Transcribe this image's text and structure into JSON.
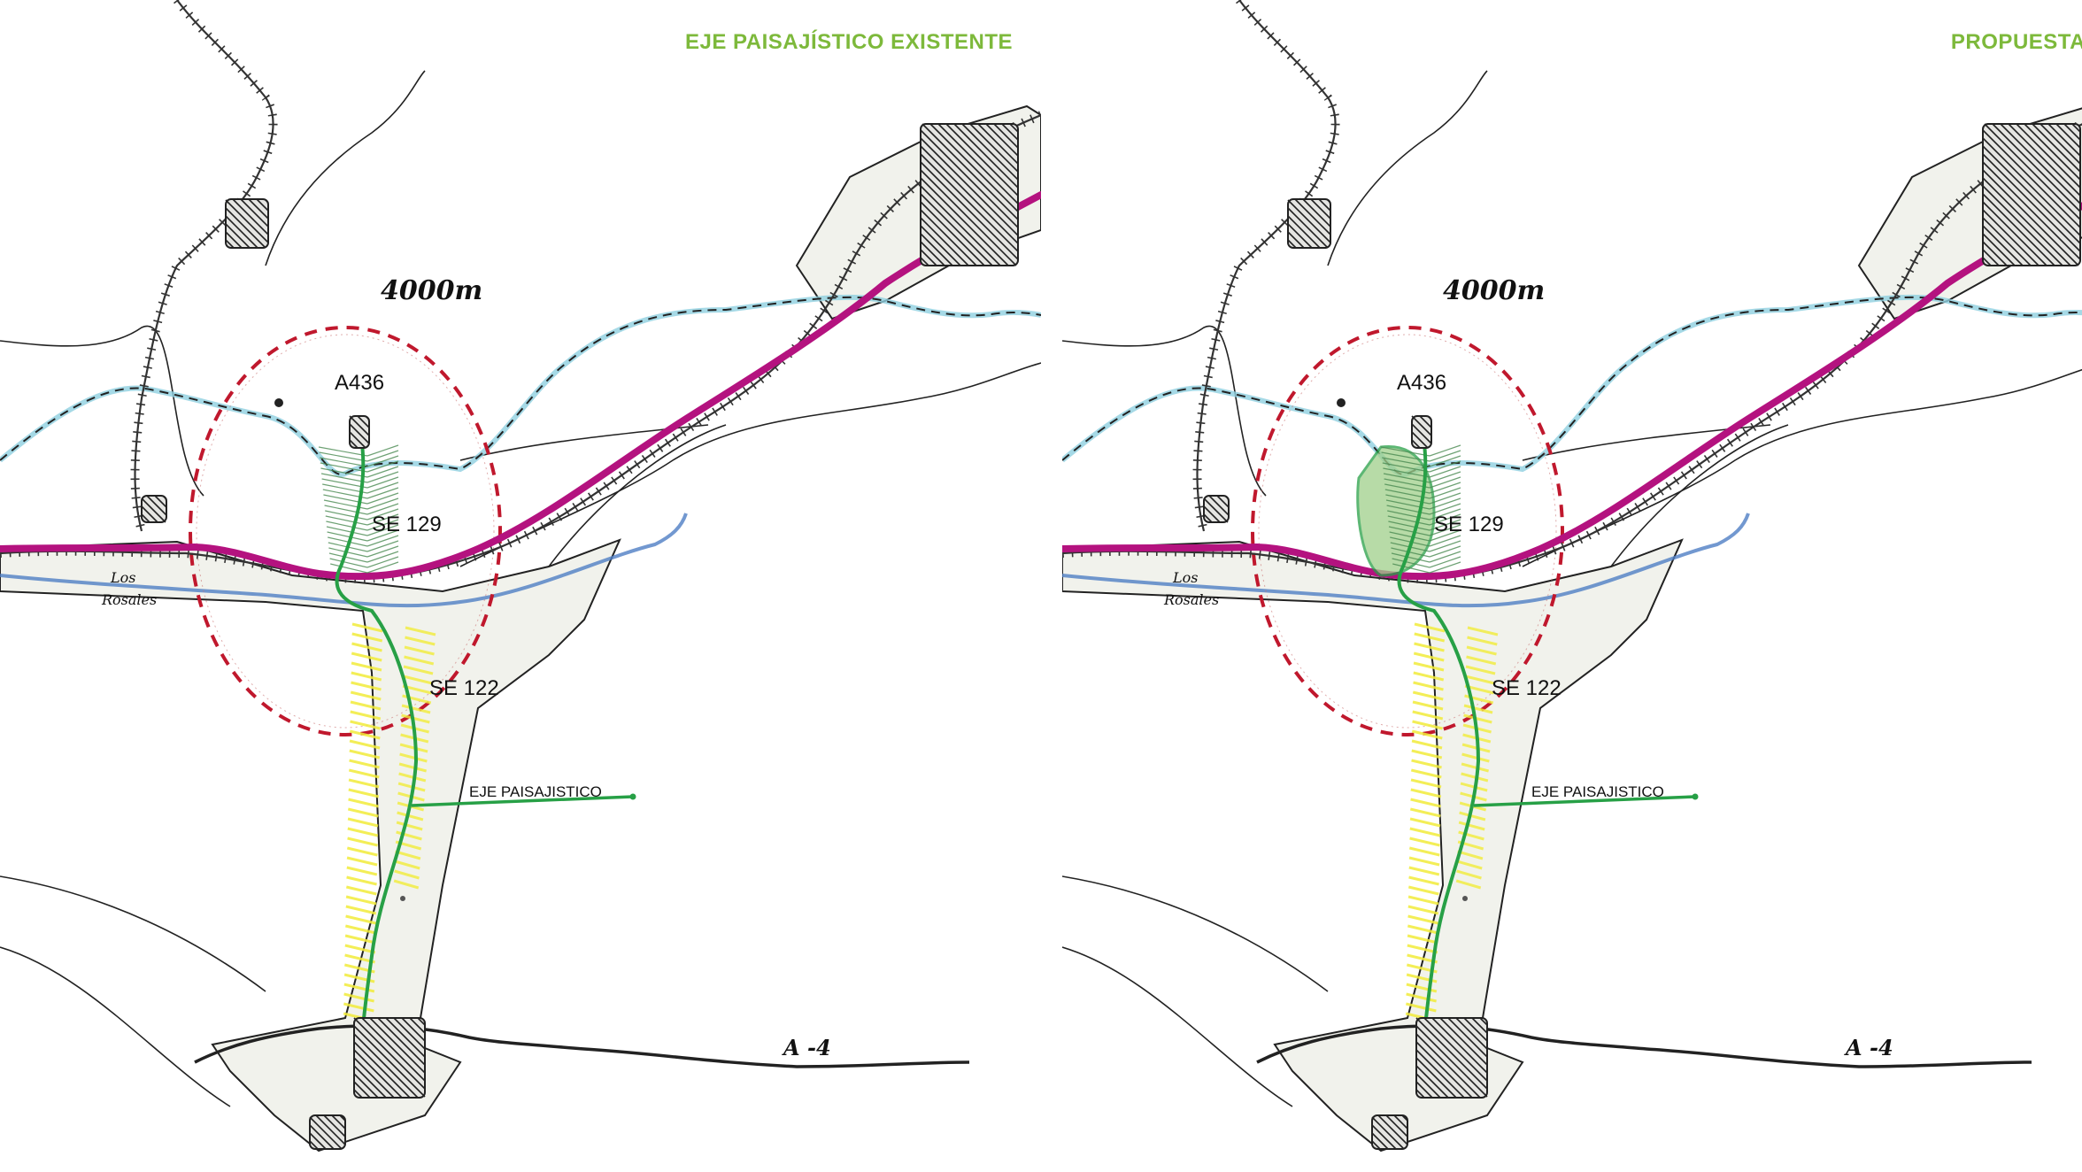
{
  "colors": {
    "title_green": "#7db93b",
    "road_magenta": "#b4127f",
    "axis_green": "#27a046",
    "radius_red": "#c0182d",
    "river_blue": "#4f7ec4",
    "stream_cyan": "#8fd0e0",
    "hatch_yellow": "#f2ec3a",
    "urban_fill": "#f1f2ec"
  },
  "panels": [
    {
      "title": "EJE PAISAJÍSTICO EXISTENTE",
      "labels": {
        "radius": "4000m",
        "road_a436": "A436",
        "road_se129": "SE 129",
        "road_se122": "SE 122",
        "axis": "EJE PAISAJISTICO",
        "motorway": "A -4",
        "town_1": "Los",
        "town_2": "Rosales"
      }
    },
    {
      "title": "PROPUESTA",
      "labels": {
        "radius": "4000m",
        "road_a436": "A436",
        "road_se129": "SE 129",
        "road_se122": "SE 122",
        "axis": "EJE PAISAJISTICO",
        "motorway": "A -4",
        "town_1": "Los",
        "town_2": "Rosales"
      }
    }
  ]
}
